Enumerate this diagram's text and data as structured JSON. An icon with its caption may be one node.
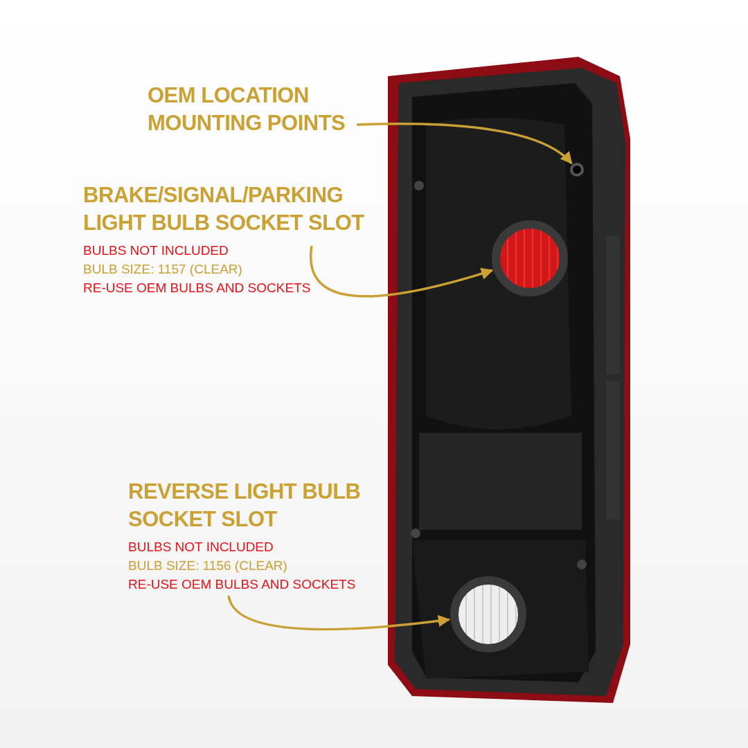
{
  "diagram": {
    "nodes": [
      {
        "text": [],
        "shape": "picture"
      },
      {
        "text": [],
        "shape": "circle",
        "in": 0
      },
      {
        "text": [],
        "shape": "circle",
        "in": 0
      },
      {
        "text": [],
        "shape": "circle",
        "in": 0
      },
      {
        "text": [
          "OEM LOCATION MOUNTING POINTS"
        ]
      },
      {
        "text": [
          "BRAKE/SIGNAL/PARKING LIGHT BULB SOCKET SLOT",
          "BULBS NOT INCLUDED",
          "BULB SIZE: 1157 (CLEAR)",
          "RE-USE OEM BULBS AND SOCKETS"
        ]
      },
      {
        "text": [
          "REVERSE LIGHT BULB SOCKET SLOT",
          "BULBS NOT INCLUDED",
          "BULB SIZE: 1156 (CLEAR)",
          "RE-USE OEM BULBS AND SOCKETS"
        ]
      }
    ],
    "edges": [
      {
        "from": 4,
        "to": 1,
        "arrow": "to"
      },
      {
        "from": 5,
        "to": 2,
        "arrow": "to"
      },
      {
        "from": 6,
        "to": 3,
        "arrow": "to"
      }
    ]
  }
}
